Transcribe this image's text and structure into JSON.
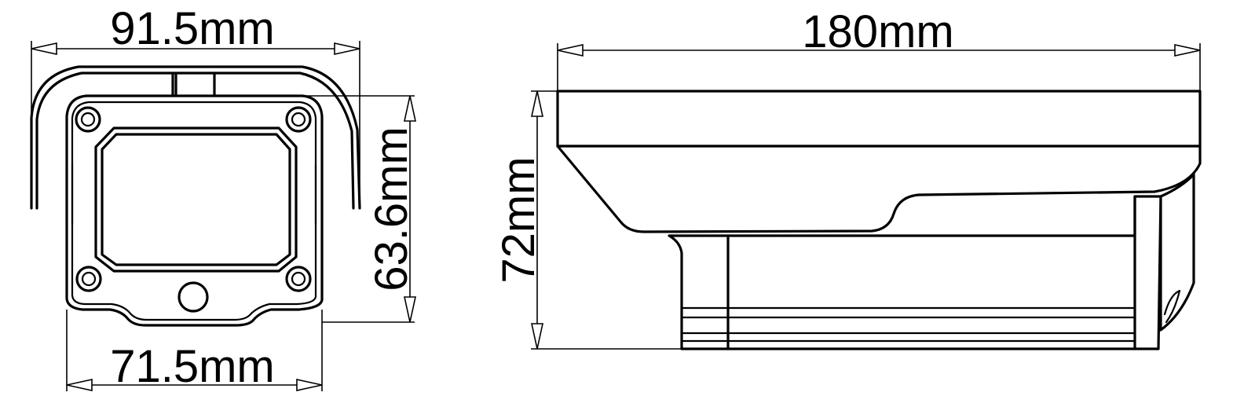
{
  "front_view": {
    "width_top": "91.5mm",
    "width_bottom": "71.5mm",
    "height": "63.6mm"
  },
  "side_view": {
    "length": "180mm",
    "height": "72mm"
  }
}
